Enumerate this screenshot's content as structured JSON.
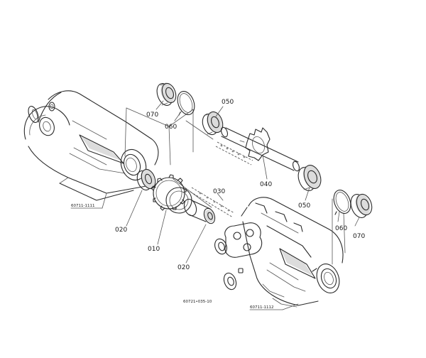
{
  "labels": {
    "c070_upper": "070",
    "c060_upper": "060",
    "c050_upper": "050",
    "c040": "040",
    "c030": "030",
    "c050_lower": "050",
    "c060_lower": "060",
    "c070_lower": "070",
    "c020_left": "020",
    "c010": "010",
    "c020_lower": "020",
    "ref_left_housing": "60711-1111",
    "ref_right_housing": "60711-1112",
    "drawing_number": "60721•035-10"
  }
}
